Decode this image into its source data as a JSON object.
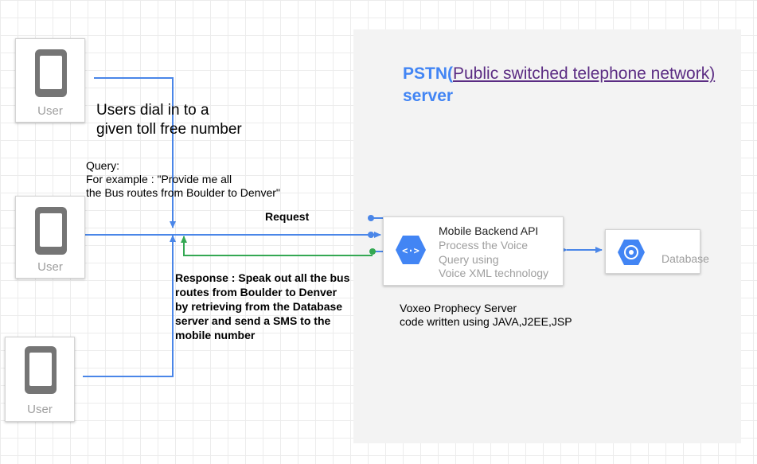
{
  "users": [
    {
      "label": "User"
    },
    {
      "label": "User"
    },
    {
      "label": "User"
    }
  ],
  "notes": {
    "dial_line1": "Users dial in to a",
    "dial_line2": "given toll free number",
    "query_line1": "Query:",
    "query_line2": "For example : \"Provide me all",
    "query_line3": "the Bus routes from Boulder to Denver\"",
    "request": "Request",
    "response_line1": "Response : Speak out all the bus",
    "response_line2": "routes from Boulder to Denver",
    "response_line3": "by retrieving from the Database",
    "response_line4": "server and send a  SMS to the",
    "response_line5": "mobile number"
  },
  "server_zone": {
    "title_prefix": "PSTN(",
    "title_link": "Public switched telephone network)",
    "title_line2": "server",
    "footer_line1": "Voxeo Prophecy Server",
    "footer_line2": "code written using JAVA,J2EE,JSP"
  },
  "api_card": {
    "title": "Mobile Backend API",
    "line1": "Process the Voice",
    "line2": "Query using",
    "line3": "Voice XML technology",
    "icon": "api-endpoint-icon"
  },
  "db_card": {
    "label": "Database",
    "icon": "database-icon"
  },
  "colors": {
    "blue_line": "#4a86e8",
    "green_line": "#34a853",
    "gcp_blue": "#4285f4",
    "zone_bg": "#f3f3f3"
  }
}
